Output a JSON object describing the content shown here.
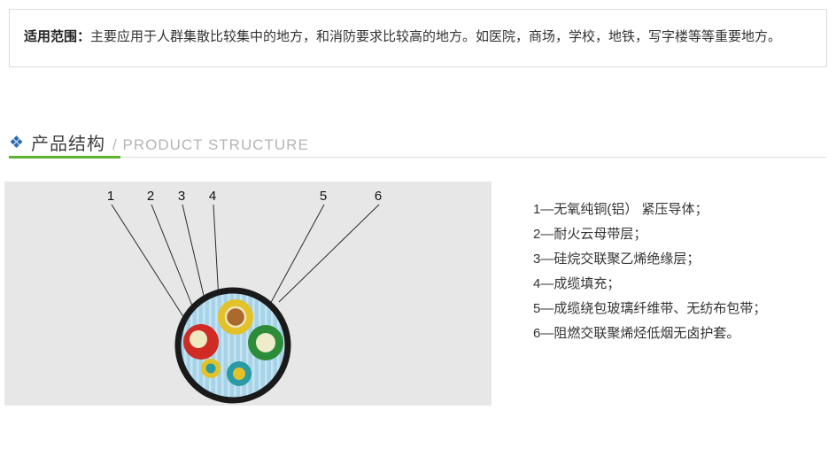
{
  "scope_box": {
    "label": "适用范围：",
    "text": "主要应用于人群集散比较集中的地方，和消防要求比较高的地方。如医院，商场，学校，地铁，写字楼等等重要地方。"
  },
  "section": {
    "icon": "❖",
    "title": "产品结构",
    "subtitle": "/ PRODUCT STRUCTURE"
  },
  "diagram": {
    "labels": [
      "1",
      "2",
      "3",
      "4",
      "5",
      "6"
    ]
  },
  "structure_list": [
    "1—无氧纯铜(铝） 紧压导体；",
    "2—耐火云母带层；",
    "3—硅烷交联聚乙烯绝缘层；",
    "4—成缆填充；",
    "5—成缆绕包玻璃纤维带、无纺布包带；",
    "6—阻燃交联聚烯烃低烟无卤护套。"
  ],
  "colors": {
    "accent_green": "#5cb531",
    "diamond_blue": "#2a6db0",
    "panel_gray": "#e7e7e7",
    "cable_sheath": "#1a1a1a",
    "cable_filling": "#a6d3e8",
    "core_red": "#cf2b24",
    "core_green": "#2c8c38",
    "core_yellow": "#e3c229",
    "core_teal": "#2a9aa4",
    "core_tan": "#a96a2c"
  }
}
